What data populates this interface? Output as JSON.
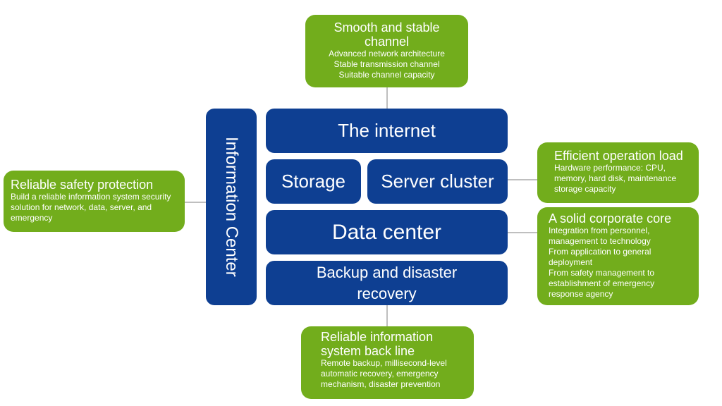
{
  "core": {
    "information_center": "Information Center",
    "internet": "The internet",
    "storage": "Storage",
    "server_cluster": "Server cluster",
    "data_center": "Data center",
    "backup": "Backup and disaster recovery"
  },
  "callouts": {
    "top": {
      "title": "Smooth and stable channel",
      "lines": [
        "Advanced network architecture",
        "Stable transmission channel",
        "Suitable channel capacity"
      ]
    },
    "left": {
      "title": "Reliable safety protection",
      "body": "Build a reliable information system security solution for network, data, server, and emergency"
    },
    "right_upper": {
      "title": "Efficient operation load",
      "body": "Hardware performance: CPU, memory, hard disk, maintenance storage capacity"
    },
    "right_lower": {
      "title": "A solid corporate core",
      "lines": [
        "Integration from personnel, management to technology",
        "From application to general deployment",
        "From safety management to establishment of emergency response agency"
      ]
    },
    "bottom": {
      "title": "Reliable information system back line",
      "body": "Remote backup, millisecond-level automatic recovery, emergency mechanism, disaster prevention"
    }
  },
  "colors": {
    "blue": "#0e3f92",
    "green": "#72ad1c",
    "connector": "#bfbfbf"
  }
}
